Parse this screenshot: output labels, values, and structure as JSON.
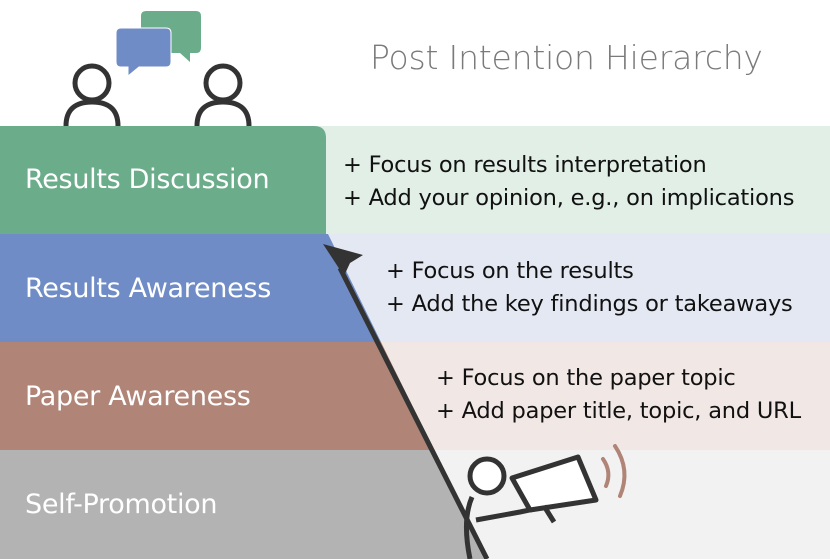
{
  "title": "Post Intention Hierarchy",
  "colors": {
    "results_discussion": "#6bad8b",
    "results_discussion_bg": "#e1efe6",
    "results_awareness": "#6f8cc6",
    "results_awareness_bg": "#e3e8f3",
    "paper_awareness": "#b08577",
    "paper_awareness_bg": "#f1e8e5",
    "self_promotion": "#b3b3b3",
    "self_promotion_bg": "#f2f2f2",
    "chat_back": "#6bad8b",
    "chat_front": "#6f8cc6",
    "arrow": "#333333",
    "sound_waves": "#b08577"
  },
  "tiers": [
    {
      "label": "Results Discussion",
      "bullets": [
        "+ Focus on results interpretation",
        "+ Add your opinion, e.g., on implications"
      ]
    },
    {
      "label": "Results Awareness",
      "bullets": [
        "+ Focus on the results",
        "+ Add the key findings or takeaways"
      ]
    },
    {
      "label": "Paper Awareness",
      "bullets": [
        "+ Focus on the paper topic",
        "+ Add paper title, topic, and URL"
      ]
    },
    {
      "label": "Self-Promotion",
      "bullets": []
    }
  ],
  "icons": {
    "discussion": "people-discussion-icon",
    "megaphone": "person-megaphone-icon",
    "arrow": "upward-arrow-icon"
  }
}
